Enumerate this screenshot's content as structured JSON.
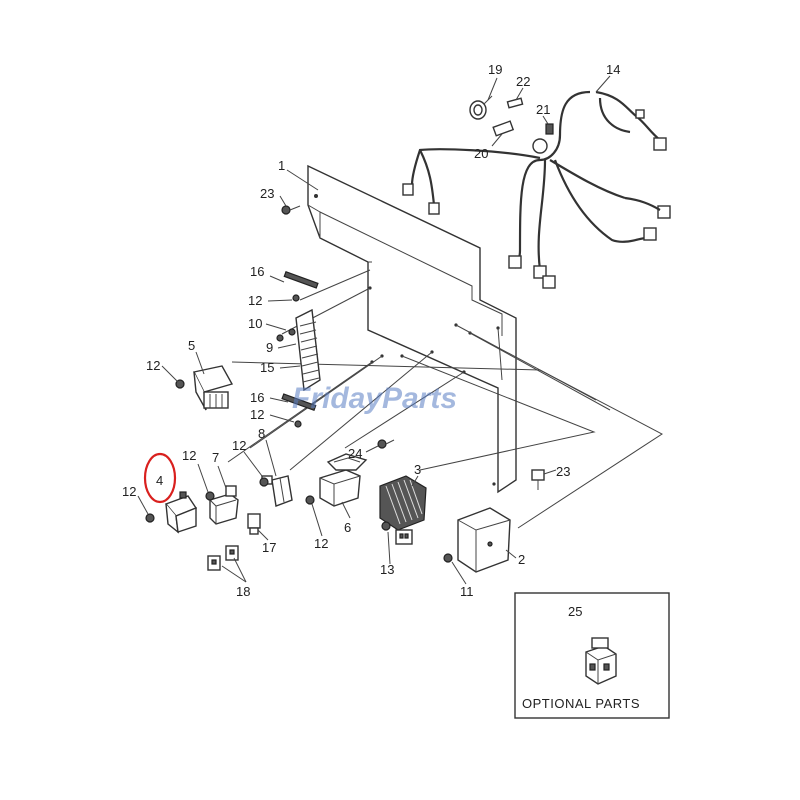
{
  "diagram": {
    "callouts": [
      "1",
      "2",
      "3",
      "4",
      "5",
      "6",
      "7",
      "8",
      "9",
      "10",
      "11",
      "12",
      "13",
      "14",
      "15",
      "16",
      "17",
      "18",
      "19",
      "20",
      "21",
      "22",
      "23",
      "24",
      "25"
    ],
    "highlight": "4",
    "highlight_color": "#d9201e",
    "watermark": "FridayParts",
    "optional_box_label": "OPTIONAL PARTS"
  }
}
